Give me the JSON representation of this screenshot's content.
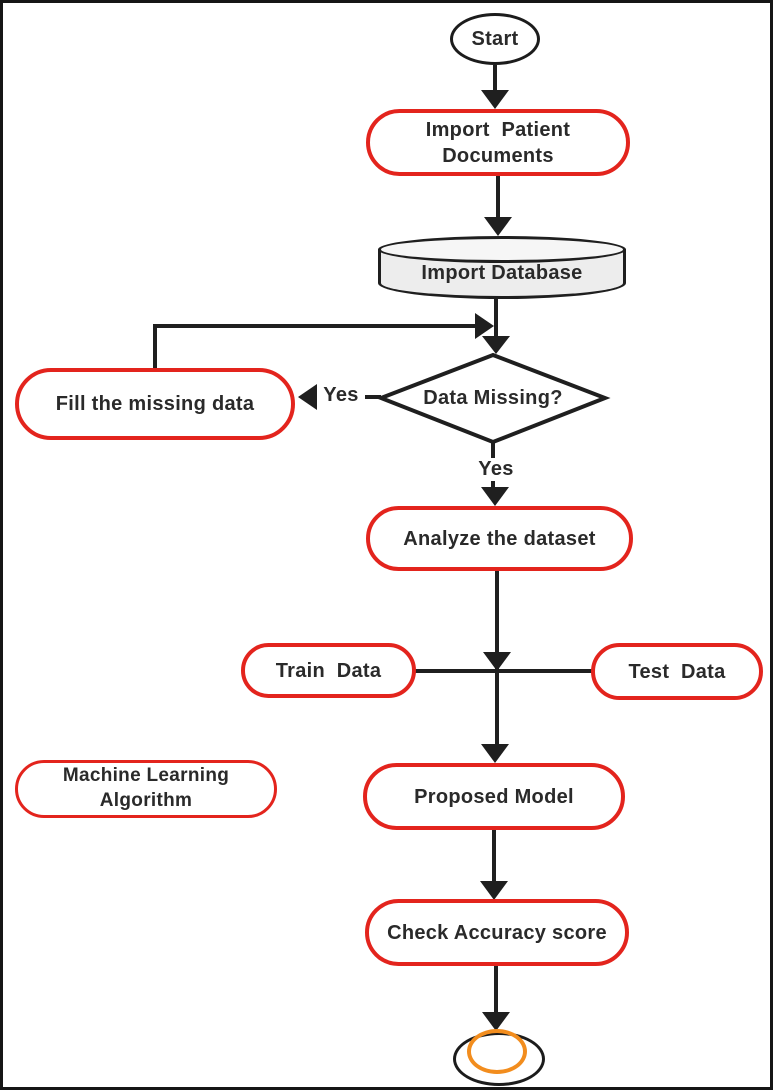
{
  "figure": {
    "type": "flowchart",
    "title": "Machine learning workflow flowchart",
    "background": "#ffffff",
    "frame_border_color": "#161616"
  },
  "colors": {
    "node_border_red": "#e3241d",
    "line_black": "#1f1f1f",
    "text": "#2a2a2a",
    "cylinder_fill": "#ededed",
    "end_inner_orange": "#f28d1e"
  },
  "nodes": {
    "start": {
      "label": "Start",
      "shape": "ellipse"
    },
    "import_patient": {
      "label": "Import  Patient\nDocuments",
      "shape": "rounded-rect"
    },
    "import_database": {
      "label": "Import Database",
      "shape": "database-cylinder"
    },
    "data_missing": {
      "label": "Data Missing?",
      "shape": "diamond"
    },
    "fill_missing": {
      "label": "Fill the missing data",
      "shape": "rounded-rect"
    },
    "analyze": {
      "label": "Analyze the dataset",
      "shape": "rounded-rect"
    },
    "train": {
      "label": "Train  Data",
      "shape": "rounded-rect"
    },
    "test": {
      "label": "Test  Data",
      "shape": "rounded-rect"
    },
    "ml_algorithm": {
      "label": "Machine Learning\nAlgorithm",
      "shape": "rounded-rect"
    },
    "proposed": {
      "label": "Proposed Model",
      "shape": "rounded-rect"
    },
    "check_accuracy": {
      "label": "Check Accuracy score",
      "shape": "rounded-rect"
    },
    "end": {
      "label": "",
      "shape": "end-marker"
    }
  },
  "edge_labels": {
    "yes_left": "Yes",
    "yes_down": "Yes"
  }
}
